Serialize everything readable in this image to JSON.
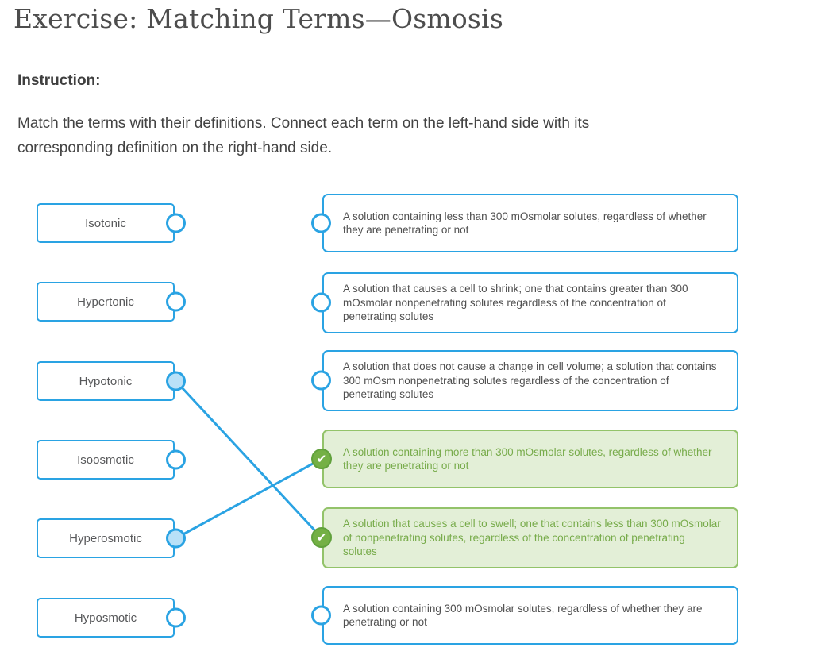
{
  "page": {
    "title": "Exercise: Matching Terms—Osmosis",
    "instruction_label": "Instruction:",
    "instruction_text": "Match the terms with their definitions. Connect each term on the left-hand side with its corresponding definition on the right-hand side."
  },
  "colors": {
    "accent_blue": "#2aa3e3",
    "connected_circle_fill": "#b9e1f8",
    "correct_border": "#93c36a",
    "correct_background": "#e3efd7",
    "correct_text": "#77ab4a",
    "check_circle_fill": "#74b045",
    "line_color": "#2aa3e3"
  },
  "icons": {
    "check": "✔"
  },
  "terms": [
    {
      "label": "Isotonic",
      "connected": false
    },
    {
      "label": "Hypertonic",
      "connected": false
    },
    {
      "label": "Hypotonic",
      "connected": true
    },
    {
      "label": "Isoosmotic",
      "connected": false
    },
    {
      "label": "Hyperosmotic",
      "connected": true
    },
    {
      "label": "Hyposmotic",
      "connected": false
    }
  ],
  "definitions": [
    {
      "text": "A solution containing less than 300 mOsmolar solutes, regardless of whether they are penetrating or not",
      "state": "default"
    },
    {
      "text": "A solution that causes a cell to shrink; one that contains greater than 300 mOsmolar nonpenetrating solutes regardless of the concentration of penetrating solutes",
      "state": "default"
    },
    {
      "text": "A solution that does not cause a change in cell volume; a solution that contains 300 mOsm nonpenetrating solutes regardless of the concentration of penetrating solutes",
      "state": "default"
    },
    {
      "text": "A solution containing more than 300 mOsmolar solutes, regardless of whether they are penetrating or not",
      "state": "correct"
    },
    {
      "text": "A solution that causes a cell to swell; one that contains less than 300 mOsmolar of nonpenetrating solutes, regardless of the concentration of penetrating solutes",
      "state": "correct"
    },
    {
      "text": "A solution containing 300 mOsmolar solutes, regardless of whether they are penetrating or not",
      "state": "default"
    }
  ],
  "connections": [
    {
      "from_term": 2,
      "to_definition": 4
    },
    {
      "from_term": 4,
      "to_definition": 3
    }
  ]
}
